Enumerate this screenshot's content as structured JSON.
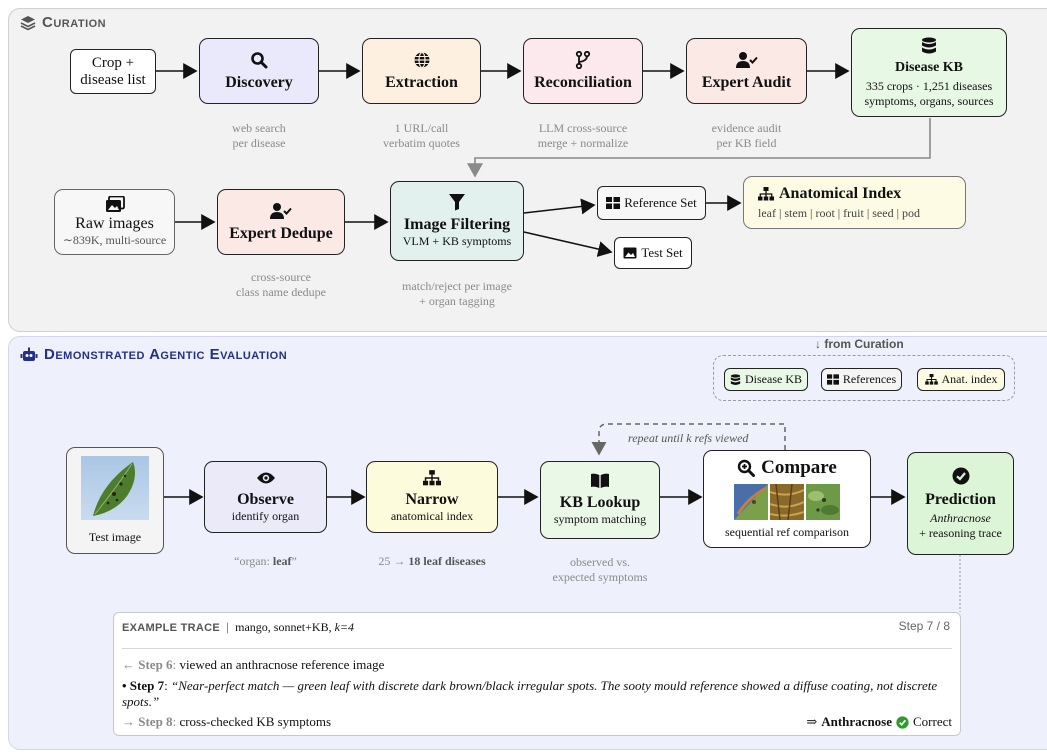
{
  "curation": {
    "title": "Curation",
    "input": "Crop +\ndisease list",
    "discovery": {
      "title": "Discovery",
      "caption": "web search\nper disease"
    },
    "extraction": {
      "title": "Extraction",
      "caption": "1 URL/call\nverbatim quotes"
    },
    "reconciliation": {
      "title": "Reconciliation",
      "caption": "LLM cross-source\nmerge + normalize"
    },
    "audit": {
      "title": "Expert Audit",
      "caption": "evidence audit\nper KB field"
    },
    "kb": {
      "title": "Disease KB",
      "sub": "335 crops · 1,251 diseases\nsymptoms, organs, sources"
    },
    "raw": {
      "title": "Raw images",
      "sub": "∼839K, multi-source"
    },
    "dedupe": {
      "title": "Expert Dedupe",
      "caption": "cross-source\nclass name dedupe"
    },
    "filter": {
      "title": "Image Filtering",
      "sub": "VLM + KB symptoms",
      "caption": "match/reject per image\n+ organ tagging"
    },
    "refset": "Reference Set",
    "testset": "Test Set",
    "anat": {
      "title": "Anatomical Index",
      "sub": "leaf | stem | root | fruit | seed | pod"
    }
  },
  "evaluation": {
    "title": "Demonstrated Agentic Evaluation",
    "from_label": "from Curation",
    "chips": {
      "kb": "Disease KB",
      "refs": "References",
      "anat": "Anat. index"
    },
    "repeat_label": "repeat until k refs viewed",
    "test_image": "Test image",
    "observe": {
      "title": "Observe",
      "sub": "identify organ",
      "caption_pre": "“organ: ",
      "caption_bold": "leaf",
      "caption_post": "”"
    },
    "narrow": {
      "title": "Narrow",
      "sub": "anatomical index",
      "caption_pre": "25 → ",
      "caption_bold": "18 leaf diseases"
    },
    "lookup": {
      "title": "KB Lookup",
      "sub": "symptom matching",
      "caption": "observed vs.\nexpected symptoms"
    },
    "compare": {
      "title": "Compare",
      "sub": "sequential ref comparison"
    },
    "prediction": {
      "title": "Prediction",
      "sub1": "Anthracnose",
      "sub2": "+ reasoning trace"
    }
  },
  "trace": {
    "header_label": "EXAMPLE TRACE",
    "header_sep": "|",
    "header_meta": "mango, sonnet+KB, ",
    "header_k": "k=4",
    "step_counter": "Step 7 / 8",
    "step6_label": "← Step 6",
    "step6_text": "viewed an anthracnose reference image",
    "step7_label": "• Step 7",
    "step7_text": "“Near-perfect match — green leaf with discrete dark brown/black irregular spots. The sooty mould reference showed a diffuse coating, not discrete spots.”",
    "step8_label": "→ Step 8",
    "step8_text": "cross-checked KB symptoms",
    "result_arrow": "⇒",
    "result": "Anthracnose",
    "result_status": "Correct"
  },
  "colors": {
    "discovery": "#e9e9fb",
    "extraction": "#fdf0e0",
    "reconciliation": "#fbe9ee",
    "audit": "#fbe9e6",
    "kb": "#e7f8e5",
    "filter": "#e3f1ee",
    "anat": "#fdfbe3",
    "observe": "#eaeaf9",
    "narrow": "#fcfbdc",
    "lookup": "#eaf8e8",
    "prediction": "#dcf5d6",
    "eval_accent": "#23308a"
  }
}
